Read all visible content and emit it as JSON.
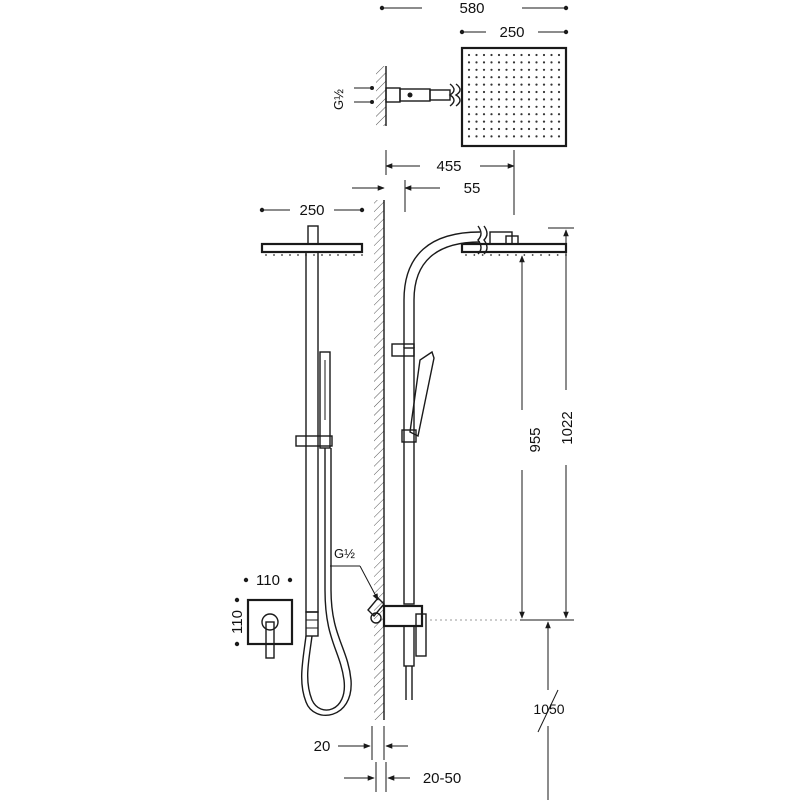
{
  "dimensions": {
    "total_width": "580",
    "head_width_top": "250",
    "thread_top": "G½",
    "wall_to_head": "455",
    "head_offset": "55",
    "head_width_front": "250",
    "height_arm": "955",
    "height_total": "1022",
    "thread_valve": "G½",
    "plate_width": "110",
    "plate_height": "110",
    "height_floor": "1050",
    "wall_gap": "20",
    "wall_range": "20-50"
  },
  "colors": {
    "line": "#1a1a1a",
    "background": "#ffffff",
    "leader": "#9a9a9a"
  }
}
